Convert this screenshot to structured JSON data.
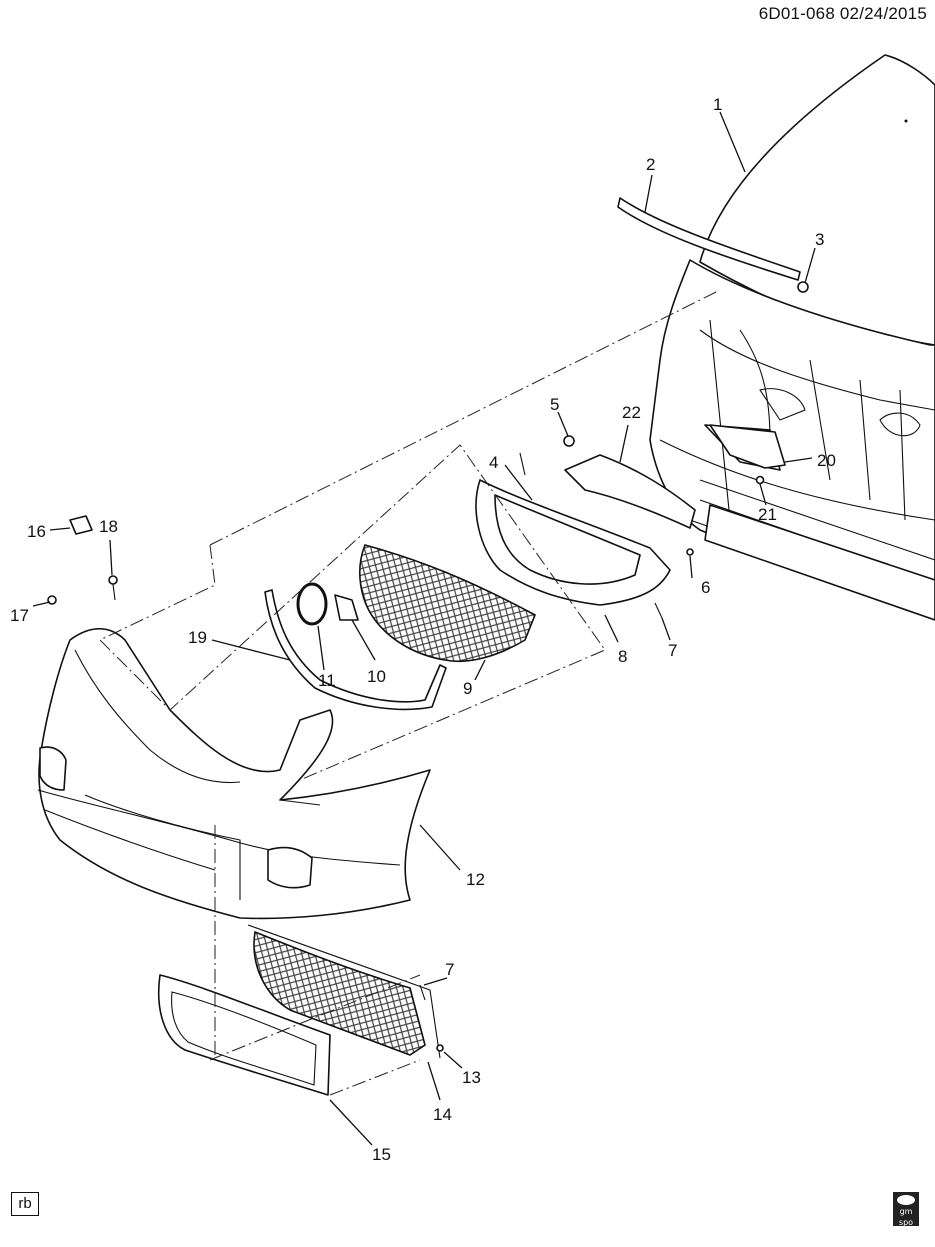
{
  "header": {
    "ref": "6D01-068  02/24/2015"
  },
  "callouts": {
    "c1": "1",
    "c2": "2",
    "c3": "3",
    "c4": "4",
    "c5": "5",
    "c6": "6",
    "c7a": "7",
    "c7b": "7",
    "c8": "8",
    "c9": "9",
    "c10": "10",
    "c11": "11",
    "c12": "12",
    "c13": "13",
    "c14": "14",
    "c15": "15",
    "c16": "16",
    "c17": "17",
    "c18": "18",
    "c19": "19",
    "c20": "20",
    "c21": "21",
    "c22": "22"
  },
  "footer": {
    "rb_label": "rb",
    "logo_top": "gm",
    "logo_bottom": "spo"
  }
}
